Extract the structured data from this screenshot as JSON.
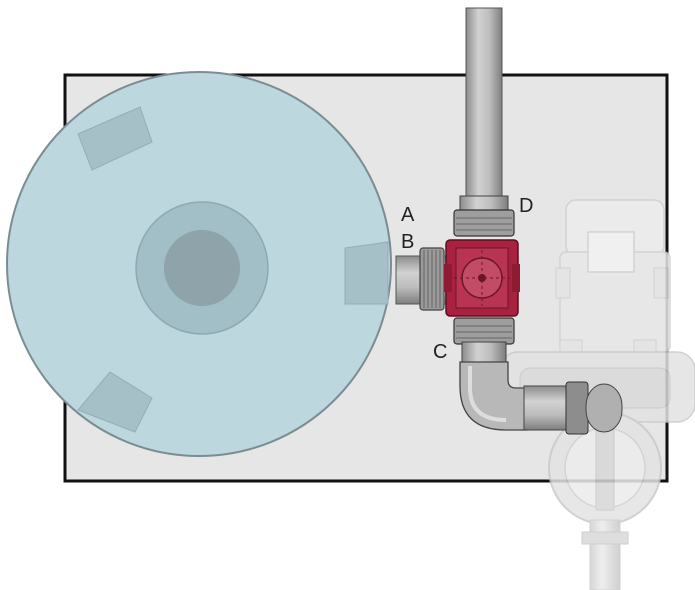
{
  "labels": {
    "a": "A",
    "b": "B",
    "c": "C",
    "d": "D"
  },
  "colors": {
    "base_plate": "#e6e6e6",
    "plate_border": "#111111",
    "tank_fill": "#bcd7de",
    "tank_hub": "#a2bec6",
    "tank_core": "#8ea3aa",
    "tank_pads": "#a6c0c8",
    "pipe": "#b3b3b3",
    "fitting": "#9a9a9a",
    "valve": "#a8213f",
    "pump_ghost": "#dcdcdc"
  },
  "icons": {
    "tank": "round-tank-icon",
    "valve": "three-way-valve-icon",
    "pump": "pump-motor-icon"
  }
}
